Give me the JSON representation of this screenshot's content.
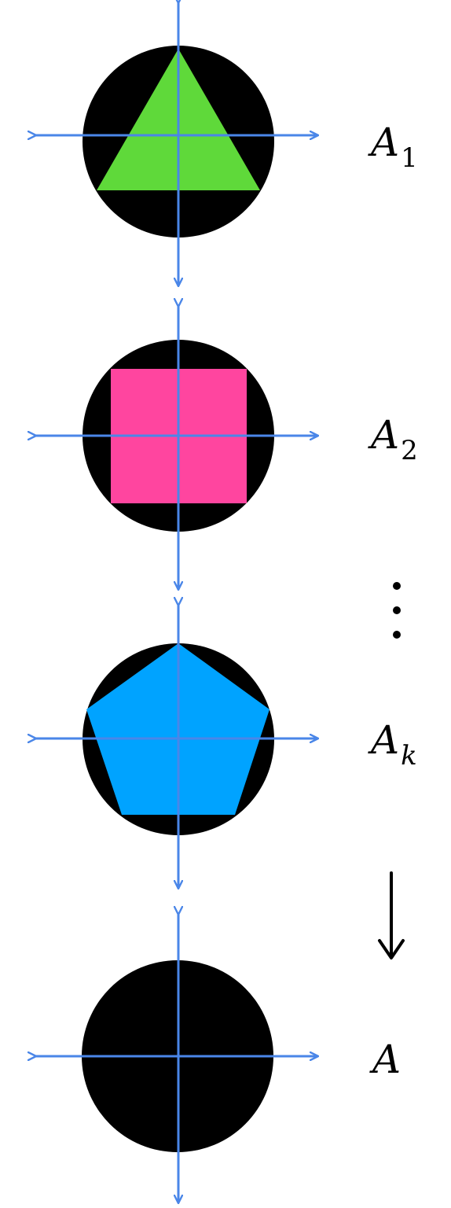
{
  "colors": {
    "background": "#ffffff",
    "disk": "#000000",
    "axis": "#4a86e8",
    "triangle": "#5fd93a",
    "square": "#ff459f",
    "pentagon": "#00a3ff",
    "text": "#000000"
  },
  "stages": [
    {
      "id": "a1",
      "shape": "triangle",
      "label": "A",
      "subscript": "1",
      "color_key": "triangle"
    },
    {
      "id": "a2",
      "shape": "square",
      "label": "A",
      "subscript": "2",
      "color_key": "square"
    },
    {
      "id": "ak",
      "shape": "pentagon",
      "label": "A",
      "subscript": "k",
      "subscript_italic": true,
      "color_key": "pentagon"
    },
    {
      "id": "a",
      "shape": "none",
      "label": "A",
      "subscript": ""
    }
  ],
  "ellipsis_icon": "vertical-ellipsis-icon",
  "limit_icon": "down-arrow-icon"
}
